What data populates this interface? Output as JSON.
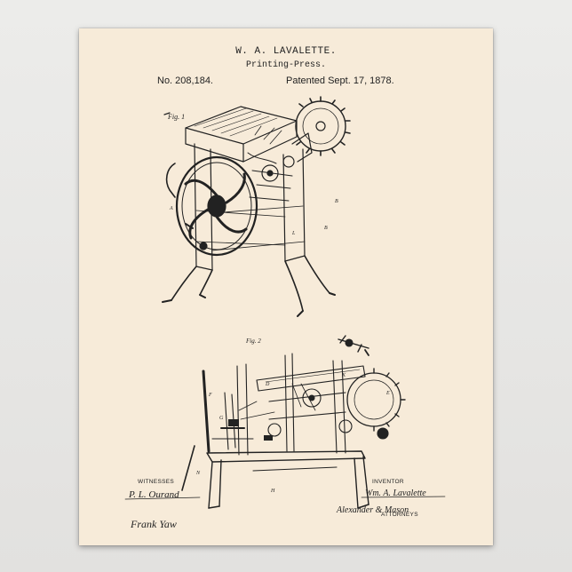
{
  "poster": {
    "inventor_name": "W. A. LAVALETTE.",
    "title": "Printing-Press.",
    "patent_number": "No. 208,184.",
    "patented_date": "Patented Sept. 17, 1878.",
    "witnesses_label": "WITNESSES",
    "inventor_label": "INVENTOR",
    "attorneys_label": "ATTORNEYS",
    "figure_1_label": "Fig. 1",
    "figure_2_label": "Fig. 2",
    "signatures": {
      "witness_1": "P. L. Ourand",
      "witness_2": "Frank Yaw",
      "inventor": "Wm. A. Lavalette",
      "attorneys": "Alexander & Mason"
    }
  },
  "colors": {
    "background": "#e9e8e6",
    "paper": "#f7ebd9",
    "ink": "#222222"
  }
}
